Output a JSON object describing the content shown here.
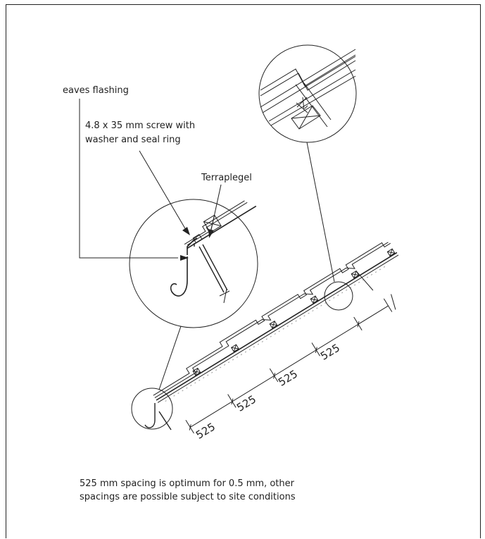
{
  "labels": {
    "eaves_flashing": "eaves flashing",
    "screw_line1": "4.8 x 35 mm screw with",
    "screw_line2": "washer and seal ring",
    "terraplegel": "Terraplegel"
  },
  "dimensions": [
    "525",
    "525",
    "525",
    "525"
  ],
  "note": {
    "line1": "525 mm spacing is optimum for 0.5 mm, other",
    "line2": "spacings are possible subject to site conditions"
  }
}
